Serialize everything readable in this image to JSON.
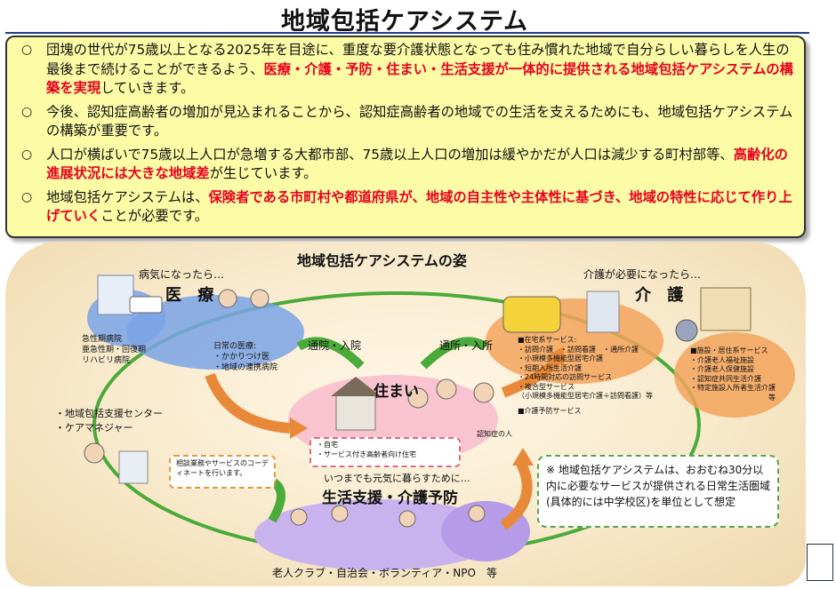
{
  "title": "地域包括ケアシステム",
  "intro": {
    "bullets": [
      {
        "mark": "○",
        "segments": [
          {
            "text": "団塊の世代が75歳以上となる2025年を目途に、重度な要介護状態となっても住み慣れた地域で自分らしい暮らしを人生の最後まで続けることができるよう、",
            "red": false
          },
          {
            "text": "医療・介護・予防・住まい・生活支援が一体的に提供される地域包括ケアシステムの構築を実現",
            "red": true
          },
          {
            "text": "していきます。",
            "red": false
          }
        ]
      },
      {
        "mark": "○",
        "segments": [
          {
            "text": "今後、認知症高齢者の増加が見込まれることから、認知症高齢者の地域での生活を支えるためにも、地域包括ケアシステムの構築が重要です。",
            "red": false
          }
        ]
      },
      {
        "mark": "○",
        "segments": [
          {
            "text": "人口が横ばいで75歳以上人口が急増する大都市部、75歳以上人口の増加は緩やかだが人口は減少する町村部等、",
            "red": false
          },
          {
            "text": "高齢化の進展状況には大きな地域差",
            "red": true
          },
          {
            "text": "が生じています。",
            "red": false
          }
        ]
      },
      {
        "mark": "○",
        "segments": [
          {
            "text": "地域包括ケアシステムは、",
            "red": false
          },
          {
            "text": "保険者である市町村や都道府県が、地域の自主性や主体性に基づき、地域の特性に応じて作り上げていく",
            "red": true
          },
          {
            "text": "ことが必要です。",
            "red": false
          }
        ]
      }
    ]
  },
  "diagram": {
    "title": "地域包括ケアシステムの姿",
    "medical": {
      "caption": "病気になったら…",
      "heading": "医 療",
      "hospitals": [
        "急性期病院",
        "亜急性期・回復期",
        "リハビリ病院"
      ],
      "daily": [
        "日常の医療:",
        "・かかりつけ医",
        "・地域の連携病院"
      ]
    },
    "care": {
      "caption": "介護が必要になったら…",
      "heading": "介 護",
      "home_services": [
        "■在宅系サービス:",
        "・訪問介護　・訪問看護　・通所介護",
        "・小規模多機能型居宅介護",
        "・短期入所生活介護",
        "・24時間対応の訪問サービス",
        "・複合型サービス",
        "（小規模多機能型居宅介護＋訪問看護）等",
        "■介護予防サービス"
      ],
      "facility_services": [
        "■施設・居住系サービス",
        "・介護老人福祉施設",
        "・介護老人保健施設",
        "・認知症共同生活介護",
        "・特定施設入所者生活介護",
        "等"
      ]
    },
    "housing": {
      "heading": "住まい",
      "items": [
        "・自宅",
        "・サービス付き高齢者向け住宅"
      ],
      "person_label": "認知症の人"
    },
    "arrows": {
      "medical_link": "通院・入院",
      "care_link": "通所・入所"
    },
    "support": {
      "center": "・地域包括支援センター",
      "manager": "・ケアマネジャー",
      "coordination": "相談業務やサービスのコーディネートを行います。"
    },
    "life": {
      "caption": "いつまでも元気に暮らすために…",
      "heading": "生活支援・介護予防",
      "groups": "老人クラブ・自治会・ボランティア・NPO　等"
    },
    "note": "※ 地域包括ケアシステムは、おおむね30分以内に必要なサービスが提供される日常生活圏域(具体的には中学校区)を単位として想定"
  },
  "colors": {
    "accent_red": "#e8001e",
    "intro_bg": "#fdfca6",
    "ring_green": "#4aaa3a",
    "arrow_orange": "#e8893a"
  }
}
